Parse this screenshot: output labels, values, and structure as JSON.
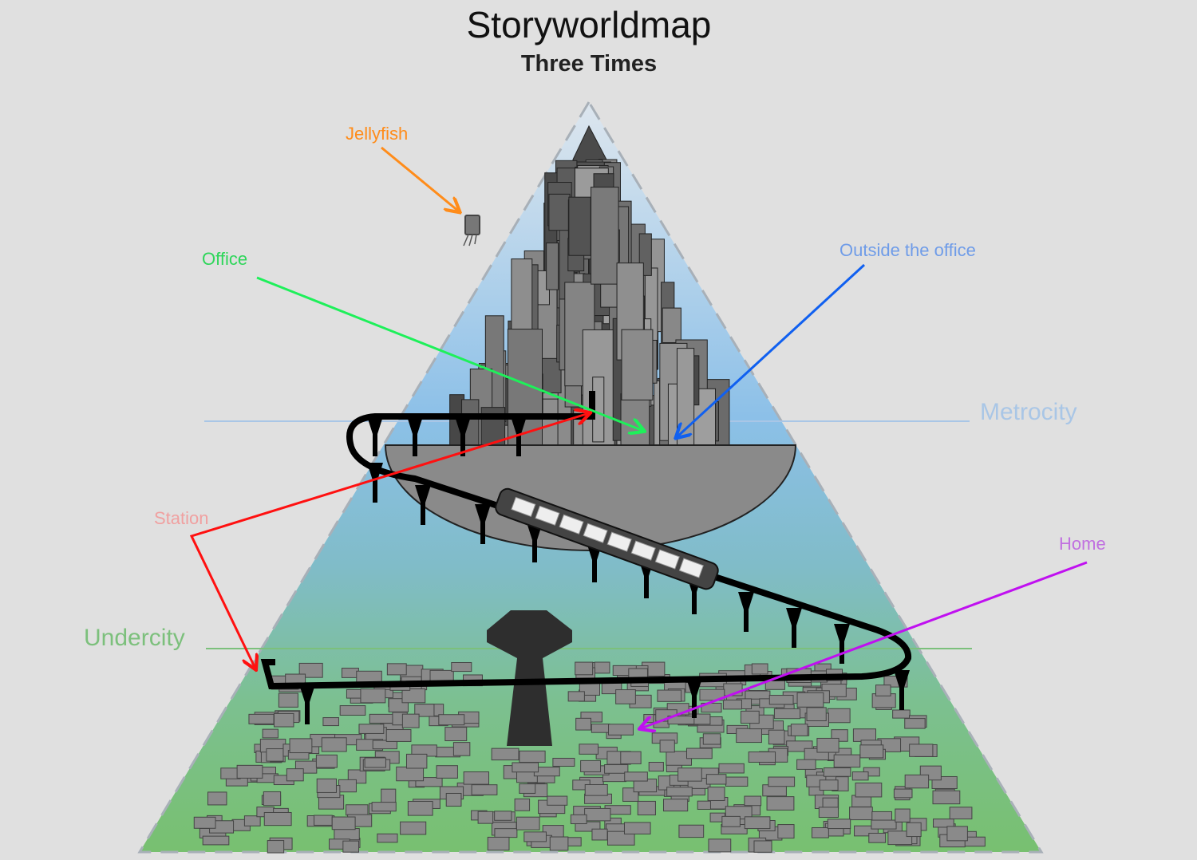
{
  "header": {
    "title": "Storyworldmap",
    "subtitle": "Three Times"
  },
  "levels": [
    {
      "name": "Metrocity",
      "color": "#a9c6e6"
    },
    {
      "name": "Undercity",
      "color": "#7cc07c"
    }
  ],
  "annotations": [
    {
      "label": "Jellyfish",
      "color": "#ff8c1a",
      "arrow_color": "#ff8c1a"
    },
    {
      "label": "Office",
      "color": "#2ed65a",
      "arrow_color": "#1ef05a"
    },
    {
      "label": "Outside the office",
      "color": "#6f9ce8",
      "arrow_color": "#1060f0"
    },
    {
      "label": "Station",
      "color": "#f0a0a0",
      "arrow_color": "#ff1010"
    },
    {
      "label": "Home",
      "color": "#c070e0",
      "arrow_color": "#c010f0"
    }
  ]
}
